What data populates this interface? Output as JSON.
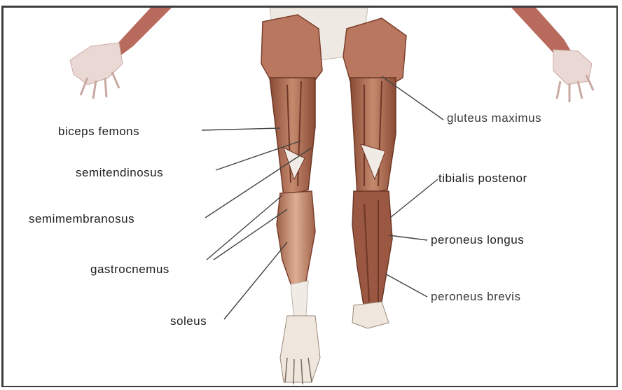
{
  "labels": {
    "biceps_femoris": "biceps femons",
    "semitendinosus": "semitendinosus",
    "semimembranosus": "semimembranosus",
    "gastrocnemius": "gastrocnemus",
    "soleus": "soleus",
    "gluteus_maximus": "gluteus maximus",
    "tibialis_posterior": "tibialis postenor",
    "peroneus_longus": "peroneus longus",
    "peroneus_brevis": "peroneus brevis"
  },
  "colors": {
    "muscle": "#b8735c",
    "muscle_dark": "#7a3f2c",
    "muscle_light": "#d9a58c",
    "bone": "#e9e4de",
    "line": "#444444",
    "frame": "#3d3d3d"
  }
}
